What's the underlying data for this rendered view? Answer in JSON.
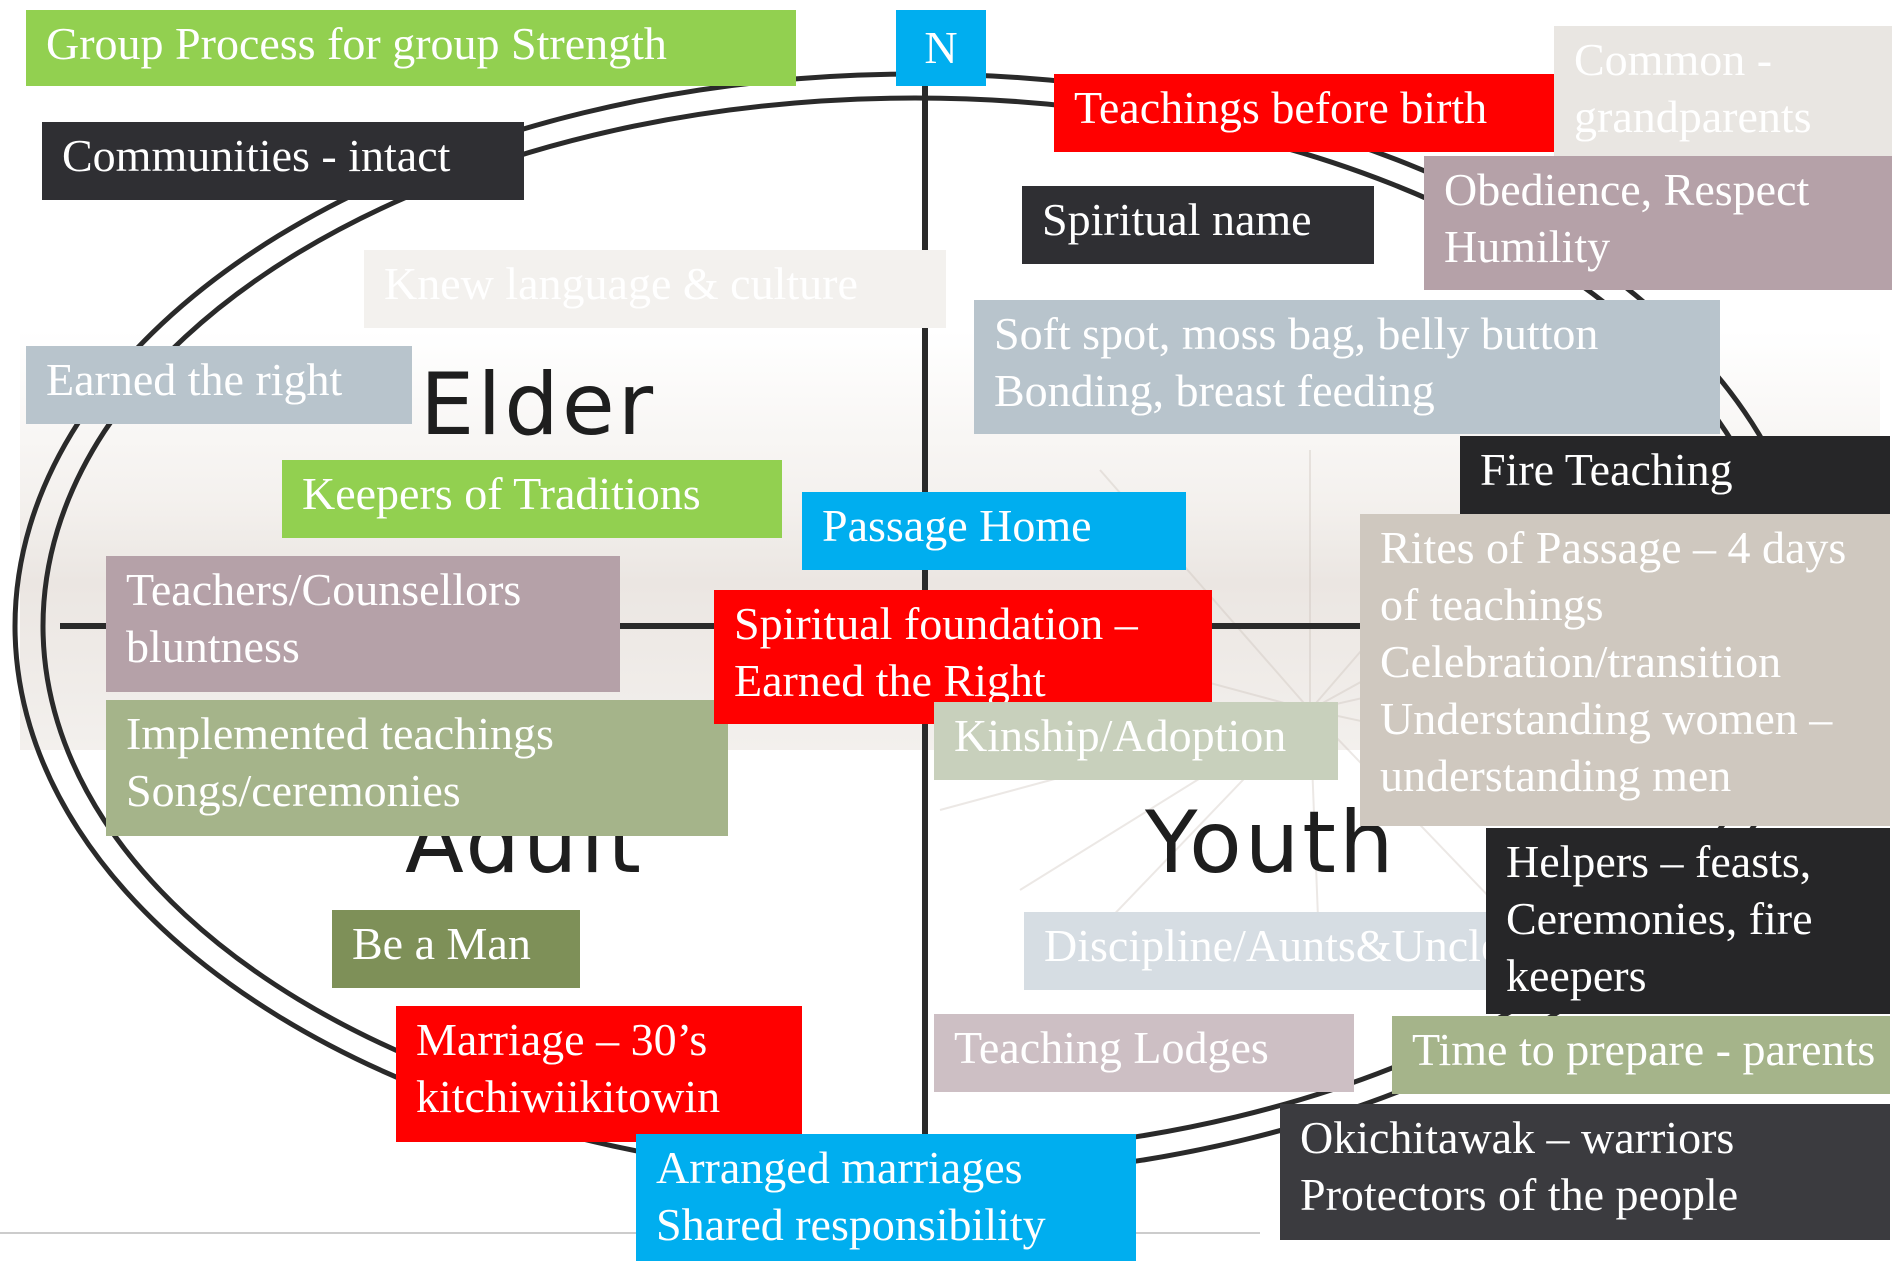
{
  "direction": "N",
  "quadrants": {
    "elder": "Elder",
    "adult": "Adult",
    "youth": "Youth"
  },
  "colors": {
    "green": "#92D050",
    "dark": "#2F2F33",
    "red": "#FF0000",
    "blue": "#00AEEF",
    "sage": "#A5B48A",
    "olive": "#7E9058",
    "mauve": "#B5A1A8",
    "steel": "#B8C4CC",
    "taupe": "#CFC8BF",
    "pale": "#E9E6E2"
  },
  "boxes": [
    {
      "id": "group-process",
      "lines": [
        "Group Process for group Strength"
      ]
    },
    {
      "id": "communities",
      "lines": [
        "Communities - intact"
      ]
    },
    {
      "id": "knew-language",
      "lines": [
        "Knew language & culture"
      ]
    },
    {
      "id": "earned-right",
      "lines": [
        "Earned the right"
      ]
    },
    {
      "id": "keepers-traditions",
      "lines": [
        "Keepers of  Traditions"
      ]
    },
    {
      "id": "teachers-counsellors",
      "lines": [
        "Teachers/Counsellors",
        "bluntness"
      ]
    },
    {
      "id": "implemented-teachings",
      "lines": [
        "Implemented teachings",
        "Songs/ceremonies"
      ]
    },
    {
      "id": "be-a-man",
      "lines": [
        "Be a Man"
      ]
    },
    {
      "id": "marriage",
      "lines": [
        "Marriage – 30’s",
        "kitchiwiikitowin"
      ]
    },
    {
      "id": "arranged-marriages",
      "lines": [
        "Arranged marriages",
        "Shared responsibility"
      ]
    },
    {
      "id": "teachings-before-birth",
      "lines": [
        "Teachings before birth"
      ]
    },
    {
      "id": "common-grandparents",
      "lines": [
        "Common -",
        "grandparents"
      ]
    },
    {
      "id": "spiritual-name",
      "lines": [
        "Spiritual name"
      ]
    },
    {
      "id": "obedience",
      "lines": [
        "Obedience, Respect",
        "Humility"
      ]
    },
    {
      "id": "soft-spot",
      "lines": [
        "Soft spot, moss bag, belly button",
        "Bonding, breast feeding"
      ]
    },
    {
      "id": "fire-teaching",
      "lines": [
        "Fire Teaching"
      ]
    },
    {
      "id": "passage-home",
      "lines": [
        "Passage Home"
      ]
    },
    {
      "id": "rites-of-passage",
      "lines": [
        "Rites of  Passage – 4 days",
        "of  teachings",
        "Celebration/transition",
        "Understanding women –",
        "understanding men"
      ]
    },
    {
      "id": "spiritual-foundation",
      "lines": [
        "Spiritual foundation –",
        "Earned the Right"
      ]
    },
    {
      "id": "kinship",
      "lines": [
        "Kinship/Adoption"
      ]
    },
    {
      "id": "helpers",
      "lines": [
        "Helpers – feasts,",
        "Ceremonies, fire",
        "keepers"
      ]
    },
    {
      "id": "discipline",
      "lines": [
        "Discipline/Aunts&Uncles"
      ]
    },
    {
      "id": "teaching-lodges",
      "lines": [
        "Teaching Lodges"
      ]
    },
    {
      "id": "time-to-prepare",
      "lines": [
        "Time to prepare - parents"
      ]
    },
    {
      "id": "okichitawak",
      "lines": [
        "Okichitawak – warriors",
        "Protectors of  the people"
      ]
    }
  ]
}
